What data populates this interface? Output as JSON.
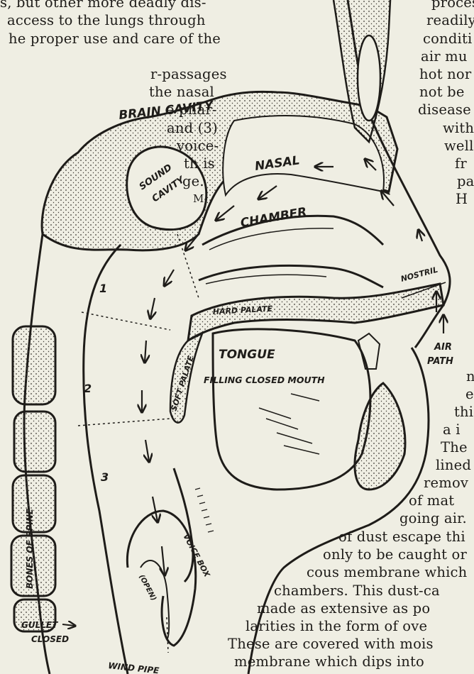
{
  "top_left_lines": [
    "s, but other more deadly dis-",
    "access to the lungs through",
    "he proper use and care of the"
  ],
  "left_block_lines": [
    "r-passages",
    "the nasal",
    "e phar-",
    "and (3)",
    "voice-",
    "th is",
    "ge.",
    "M-"
  ],
  "right_top_lines": [
    "proces",
    "readily",
    "conditi",
    "air mu",
    "hot nor",
    "not be",
    "disease",
    "with",
    "well",
    "fr",
    "pa",
    "H"
  ],
  "right_mid_lines": [
    "n",
    "e",
    "thi",
    "a i",
    "The",
    "lined",
    "remov",
    "of mat",
    "going air."
  ],
  "bottom_lines": [
    "of dust escape thi",
    "only to be caught or",
    "cous membrane which",
    "chambers.  This dust-ca",
    "made as extensive as po",
    "larities in the form of ove",
    "These are covered with mois",
    "membrane which dips into"
  ],
  "figure_labels": {
    "brain_cavity": "BRAIN CAVITY",
    "sound_cavity_1": "SOUND",
    "sound_cavity_2": "CAVITY",
    "nasal": "NASAL",
    "chamber": "CHAMBER",
    "nostril": "NOSTRIL",
    "hard_palate": "HARD PALATE",
    "soft_palate": "SOFT PALATE",
    "tongue": "TONGUE",
    "filling": "FILLING CLOSED MOUTH",
    "air": "AIR",
    "path": "PATH",
    "num1": "1",
    "num2": "2",
    "num3": "3",
    "bones_of_spine": "BONES OF SPINE",
    "voice_box": "VOICE BOX",
    "open": "(OPEN)",
    "gullet": "GULLET",
    "closed": "CLOSED",
    "wind_pipe": "WIND PIPE"
  }
}
